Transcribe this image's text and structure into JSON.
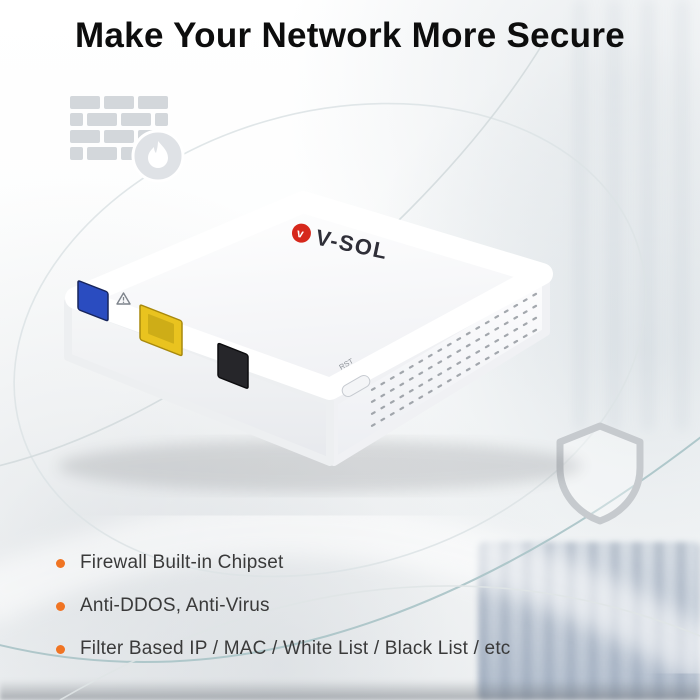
{
  "title": "Make Your Network More Secure",
  "device": {
    "brand": "V-SOL",
    "logo_mark": "v",
    "reset_label": "RST"
  },
  "features": [
    {
      "label": "Firewall Built-in Chipset"
    },
    {
      "label": "Anti-DDOS, Anti-Virus"
    },
    {
      "label": "Filter Based IP / MAC / White List / Black List / etc"
    }
  ],
  "icons": [
    {
      "name": "firewall-icon"
    },
    {
      "name": "shield-icon"
    },
    {
      "name": "brand-logo-icon"
    },
    {
      "name": "warning-icon"
    }
  ],
  "colors": {
    "accent_orange": "#F07423",
    "brand_red": "#D6281C",
    "port_blue": "#2A4CC0",
    "port_yellow": "#E9C31F",
    "port_black": "#26262A",
    "title_text": "#0D0D0D",
    "body_text": "#3A3A3A"
  }
}
